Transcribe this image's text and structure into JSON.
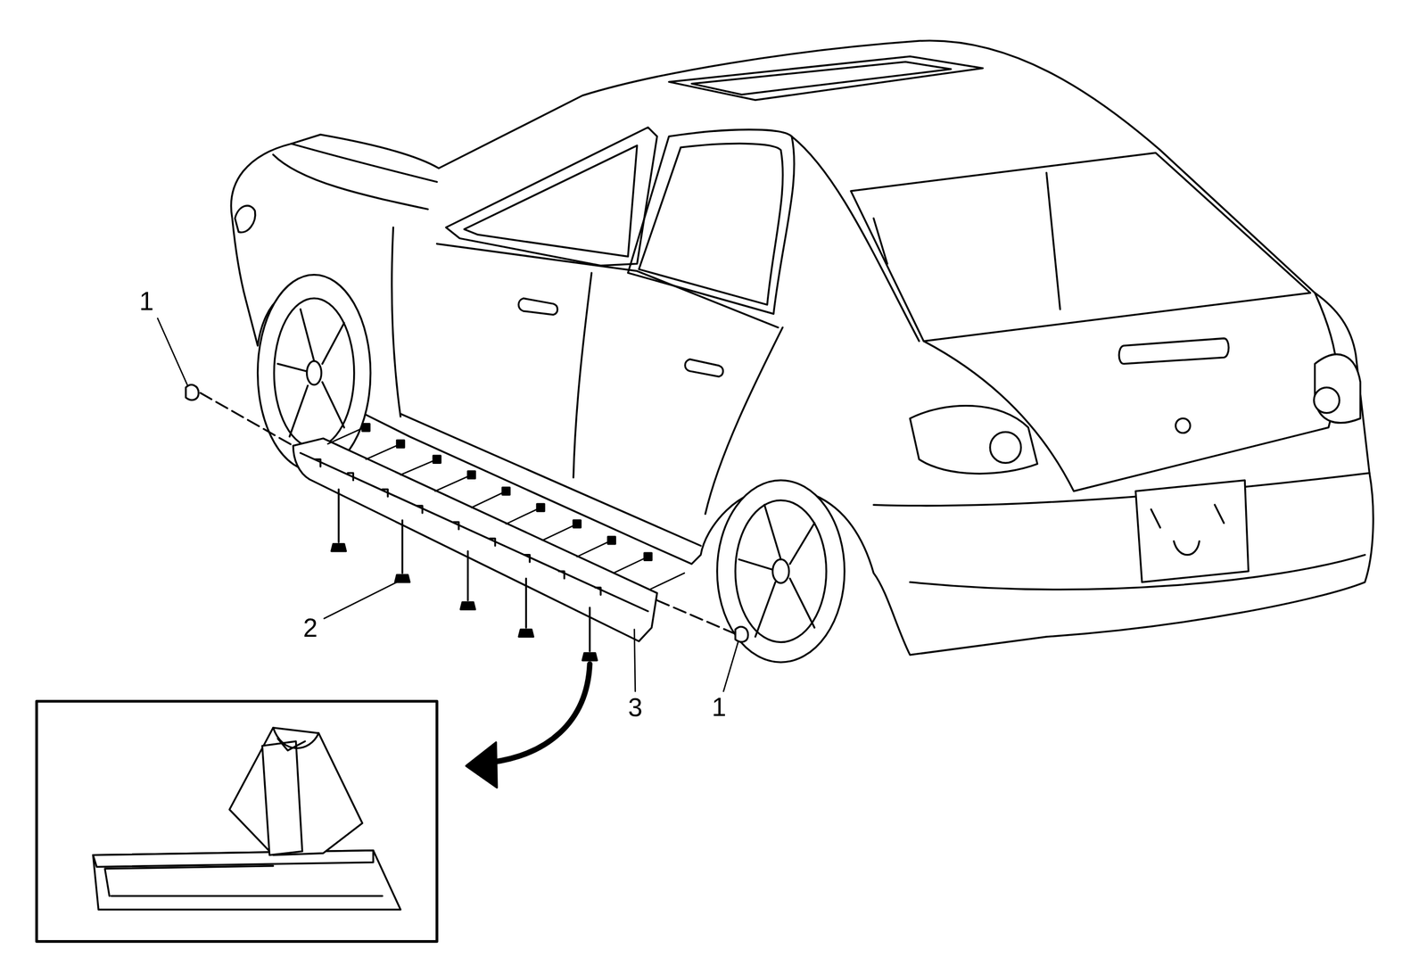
{
  "diagram": {
    "labels": [
      "1",
      "2",
      "3",
      "1"
    ]
  }
}
